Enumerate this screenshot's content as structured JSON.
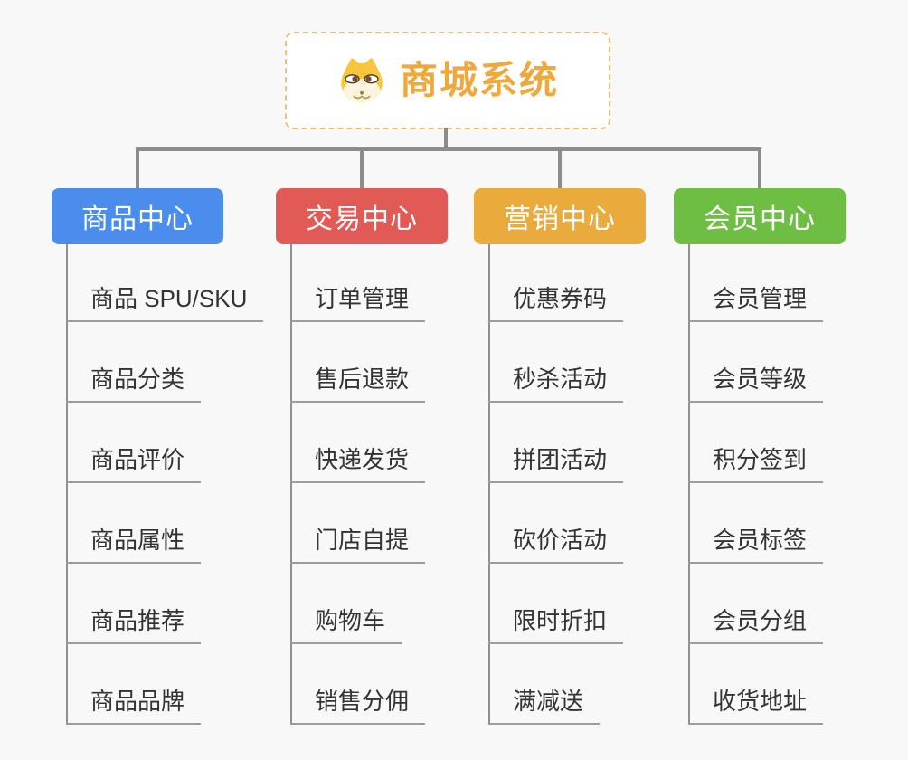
{
  "root": {
    "title": "商城系统",
    "icon": "shiba-dog-icon"
  },
  "branches": [
    {
      "label": "商品中心",
      "color": "#4B8DED",
      "items": [
        "商品 SPU/SKU",
        "商品分类",
        "商品评价",
        "商品属性",
        "商品推荐",
        "商品品牌"
      ]
    },
    {
      "label": "交易中心",
      "color": "#E25A56",
      "items": [
        "订单管理",
        "售后退款",
        "快递发货",
        "门店自提",
        "购物车",
        "销售分佣"
      ]
    },
    {
      "label": "营销中心",
      "color": "#EAAB3D",
      "items": [
        "优惠券码",
        "秒杀活动",
        "拼团活动",
        "砍价活动",
        "限时折扣",
        "满减送"
      ]
    },
    {
      "label": "会员中心",
      "color": "#6FBE44",
      "items": [
        "会员管理",
        "会员等级",
        "积分签到",
        "会员标签",
        "会员分组",
        "收货地址"
      ]
    }
  ],
  "colors": {
    "background": "#F8F8F8",
    "root_border": "#F2BE6B",
    "root_title": "#EFA83C",
    "connector": "#8C8C8C",
    "underline": "#9C9C9C",
    "item_text": "#333333"
  }
}
